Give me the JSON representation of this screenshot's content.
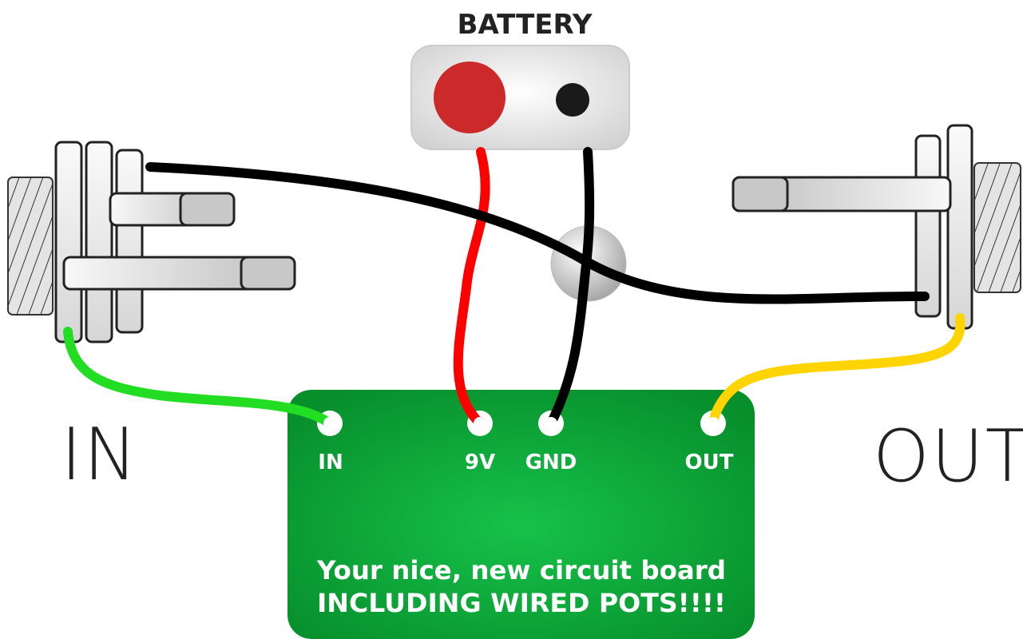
{
  "diagram": {
    "battery_label": "BATTERY",
    "in_label": "IN",
    "out_label": "OUT",
    "board": {
      "pins": {
        "in": "IN",
        "v9": "9V",
        "gnd": "GND",
        "out": "OUT"
      },
      "caption_line1": "Your nice, new circuit board",
      "caption_line2": "INCLUDING WIRED POTS!!!!"
    }
  },
  "colors": {
    "board": "#0aa83a",
    "battery_positive": "#cc2a2a",
    "wire_red": "#ff0000",
    "wire_black": "#000000",
    "wire_green": "#22dd22",
    "wire_yellow": "#ffd400"
  }
}
